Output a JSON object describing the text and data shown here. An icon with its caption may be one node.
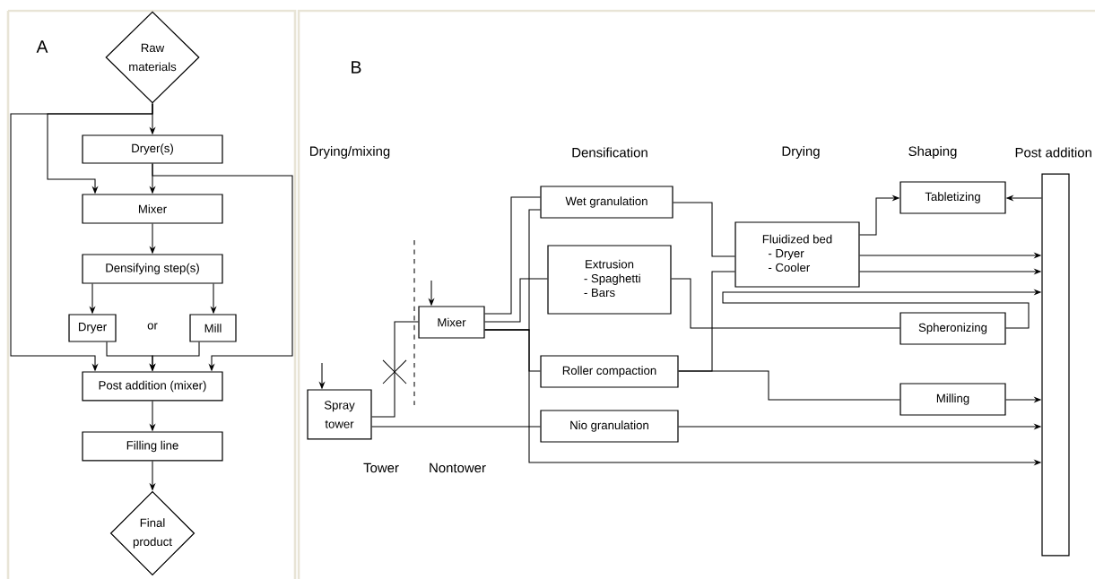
{
  "diagram": {
    "nodes": [
      {
        "text": [
          "Raw materials"
        ]
      },
      {
        "text": [
          "Dryer(s)"
        ]
      },
      {
        "text": [
          "Mixer"
        ]
      },
      {
        "text": [
          "Densifying step(s)"
        ]
      },
      {
        "text": [
          "Dryer"
        ]
      },
      {
        "text": [
          "Mill"
        ]
      },
      {
        "text": [
          "Post addition (mixer)"
        ]
      },
      {
        "text": [
          "Filling line"
        ]
      },
      {
        "text": [
          "Final product"
        ]
      },
      {
        "text": [
          "Spray tower"
        ]
      },
      {
        "text": [
          "Mixer"
        ]
      },
      {
        "text": [
          "Wet granulation"
        ]
      },
      {
        "text": [
          "Extrusion",
          "- Spaghetti",
          "- Bars"
        ]
      },
      {
        "text": [
          "Roller compaction"
        ]
      },
      {
        "text": [
          "Nio granulation"
        ]
      },
      {
        "text": [
          "Fluidized bed",
          "- Dryer",
          "- Cooler"
        ]
      },
      {
        "text": [
          "Tabletizing"
        ]
      },
      {
        "text": [
          "Spheronizing"
        ]
      },
      {
        "text": [
          "Milling"
        ]
      },
      {
        "text": [],
        "shape": "bar"
      }
    ],
    "edges": [
      {
        "from": 0,
        "to": 1,
        "arrow": "to"
      },
      {
        "from": 0,
        "to": 2,
        "arrow": "to"
      },
      {
        "from": 0,
        "to": 6,
        "arrow": "to"
      },
      {
        "from": 1,
        "to": 2,
        "arrow": "to"
      },
      {
        "from": 1,
        "to": 6,
        "arrow": "to"
      },
      {
        "from": 2,
        "to": 3,
        "arrow": "to"
      },
      {
        "from": 3,
        "to": 4,
        "arrow": "to"
      },
      {
        "from": 3,
        "to": 5,
        "arrow": "to"
      },
      {
        "from": 4,
        "to": 6,
        "arrow": "to"
      },
      {
        "from": 5,
        "to": 6,
        "arrow": "to"
      },
      {
        "from": 6,
        "to": 7,
        "arrow": "to"
      },
      {
        "from": 7,
        "to": 8,
        "arrow": "to"
      },
      {
        "from": null,
        "to": 9,
        "arrow": "to"
      },
      {
        "from": null,
        "to": 10,
        "arrow": "to"
      },
      {
        "from": 9,
        "to": 10,
        "arrow": "none"
      },
      {
        "from": 9,
        "to": 14,
        "arrow": "none"
      },
      {
        "from": 10,
        "to": 11,
        "arrow": "none"
      },
      {
        "from": 10,
        "to": 12,
        "arrow": "none"
      },
      {
        "from": 10,
        "to": 11,
        "arrow": "none"
      },
      {
        "from": 10,
        "to": 13,
        "arrow": "none"
      },
      {
        "from": 10,
        "to": 19,
        "arrow": "to"
      },
      {
        "from": 11,
        "to": 15,
        "arrow": "none"
      },
      {
        "from": 13,
        "to": 15,
        "arrow": "none"
      },
      {
        "from": 13,
        "to": 18,
        "arrow": "none"
      },
      {
        "from": 12,
        "to": 17,
        "arrow": "none"
      },
      {
        "from": 15,
        "to": 16,
        "arrow": "to"
      },
      {
        "from": 19,
        "to": 16,
        "arrow": "to"
      },
      {
        "from": 15,
        "to": 19,
        "arrow": "to"
      },
      {
        "from": 15,
        "to": 19,
        "arrow": "to"
      },
      {
        "from": 17,
        "to": 19,
        "arrow": "to"
      },
      {
        "from": 18,
        "to": 19,
        "arrow": "to"
      },
      {
        "from": 14,
        "to": 19,
        "arrow": "to"
      }
    ],
    "labels": [
      "A",
      "or",
      "B",
      "Drying/mixing",
      "Densification",
      "Drying",
      "Shaping",
      "Post addition",
      "Tower",
      "Nontower"
    ]
  }
}
